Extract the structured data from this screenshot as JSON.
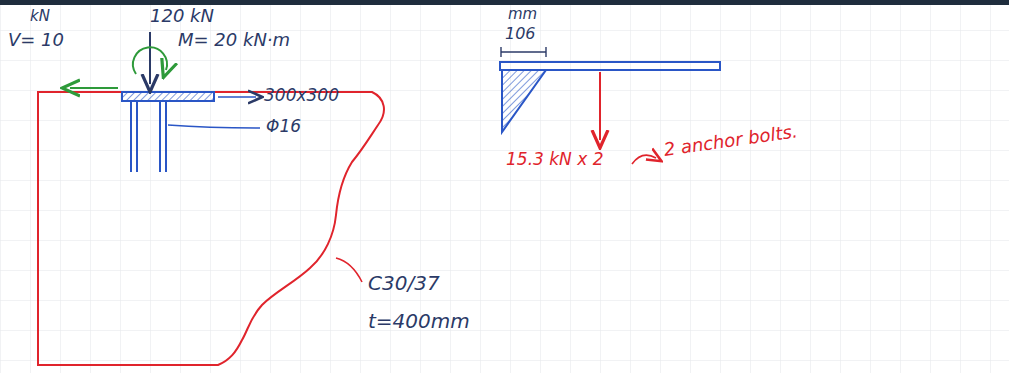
{
  "diagram": {
    "labels": [
      "kN",
      "V= 10",
      "120 kN",
      "M= 20 kN·m",
      "300x300",
      "Φ16",
      "C30/37",
      "t=400mm",
      "mm",
      "106",
      "15.3 kN x 2",
      "2 anchor bolts."
    ]
  }
}
